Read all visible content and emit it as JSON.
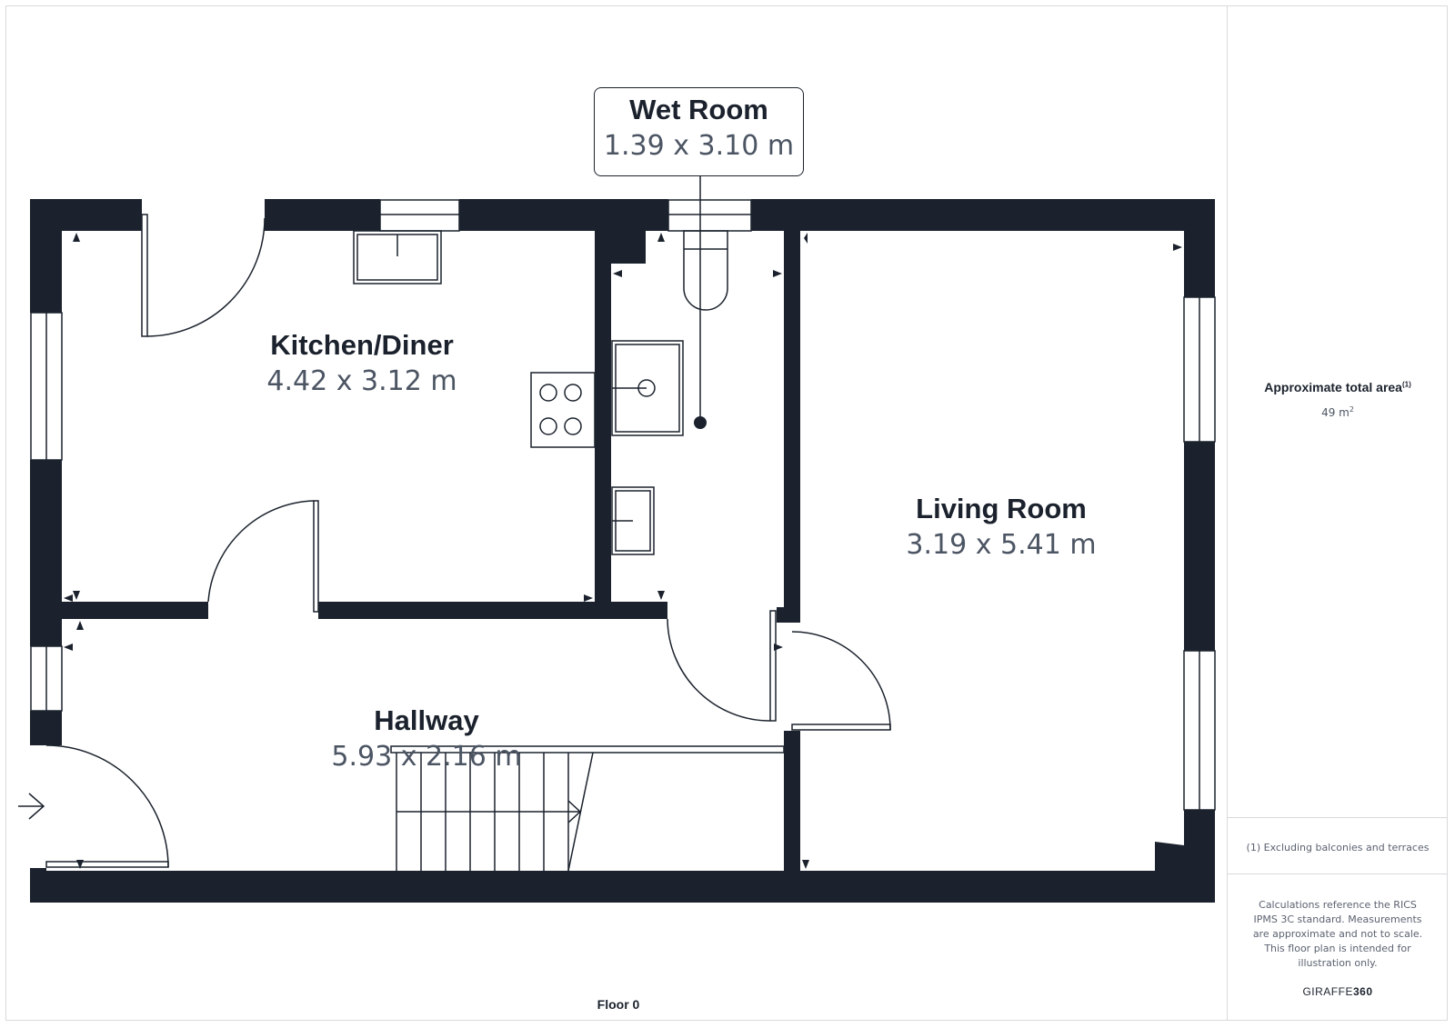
{
  "plan": {
    "floor_label": "Floor 0",
    "wall_color": "#1b222d",
    "line_color": "#1b222d",
    "rooms": [
      {
        "id": "kitchen",
        "name": "Kitchen/Diner",
        "dimensions": "4.42 x 3.12 m"
      },
      {
        "id": "wet_room",
        "name": "Wet Room",
        "dimensions": "1.39 x 3.10 m"
      },
      {
        "id": "living_room",
        "name": "Living Room",
        "dimensions": "3.19 x 5.41 m"
      },
      {
        "id": "hallway",
        "name": "Hallway",
        "dimensions": "5.93 x 2.16 m"
      }
    ],
    "entrance_icon": "entrance-arrow-icon"
  },
  "sidebar": {
    "area_title": "Approximate total area",
    "area_footnote_marker": "(1)",
    "area_value": "49 m",
    "area_unit_sup": "2",
    "footnote": "(1) Excluding balconies and terraces",
    "disclaimer": "Calculations reference the RICS IPMS 3C standard. Measurements are approximate and not to scale. This floor plan is intended for illustration only.",
    "brand_prefix": "GIRAFFE",
    "brand_suffix": "360"
  }
}
